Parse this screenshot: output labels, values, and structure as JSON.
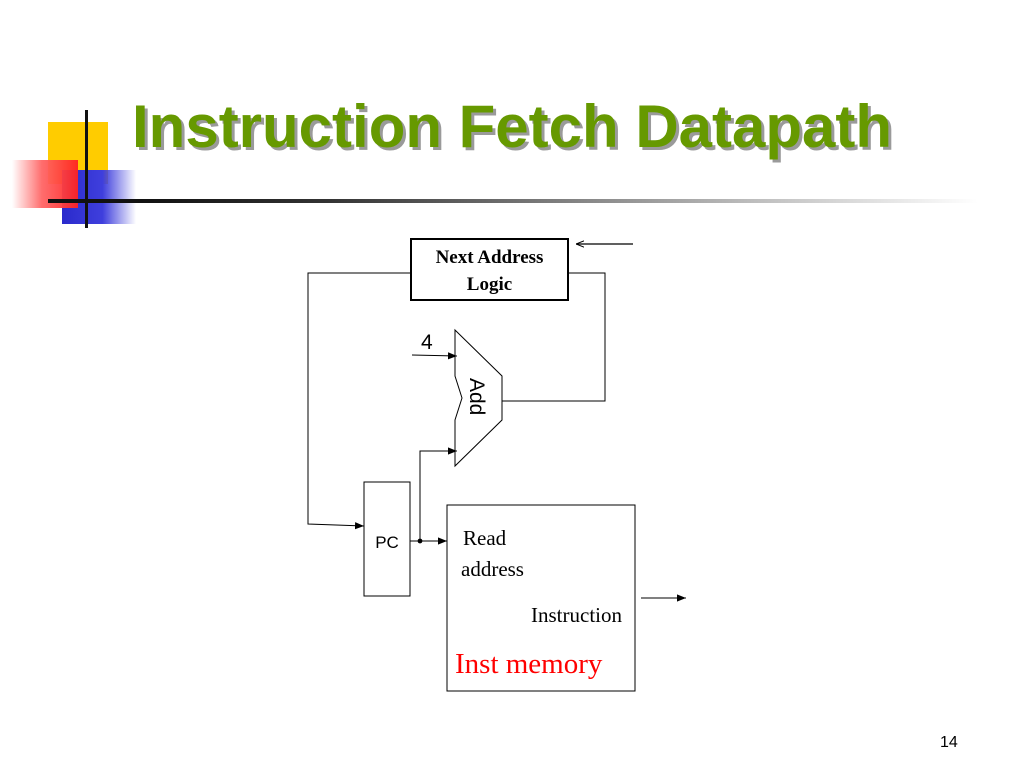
{
  "slide": {
    "title": "Instruction Fetch Datapath",
    "page_number": "14"
  },
  "diagram": {
    "next_address_logic": {
      "line1": "Next Address",
      "line2": "Logic"
    },
    "adder": {
      "label": "Add",
      "constant_input": "4"
    },
    "pc": {
      "label": "PC"
    },
    "inst_memory": {
      "read_label_line1": "Read",
      "read_label_line2": "address",
      "output_label": "Instruction",
      "name": "Inst memory"
    }
  },
  "colors": {
    "title": "#669900",
    "memory_name": "#ff0000"
  }
}
